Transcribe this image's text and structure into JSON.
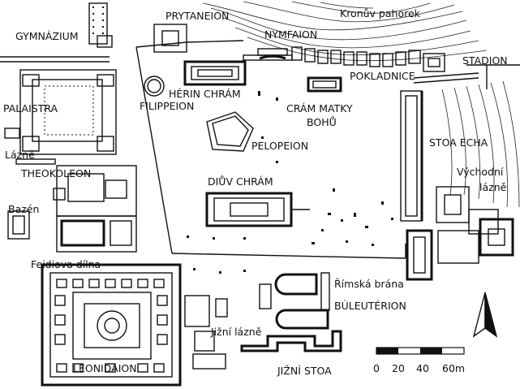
{
  "labels": {
    "prytaneion": "PRYTANEION",
    "kronuv_pahorek": "Kronův pahorek",
    "gymnazium": "GYMNÁZIUM",
    "nymfaion": "NYMFAION",
    "stadion": "STADION",
    "pokladnice": "POKLADNICE",
    "herin_chram": "HÉRIN CHRÁM",
    "palaistra": "PALAISTRA",
    "filippeion": "FILIPPEION",
    "cram_matky_line1": "CRÁM MATKY",
    "cram_matky_line2": "BOHŮ",
    "pelopeion": "PELOPEION",
    "lazne": "Lázně",
    "stoa_echa": "STOA ECHA",
    "theokoleon": "THEOKOLEON",
    "diuv_chram": "DIŮV CHRÁM",
    "vychodni_line1": "Východní",
    "vychodni_line2": "lázně",
    "bazen": "Bazén",
    "feidiova_dilna": "Feidiova dílna",
    "rimska_brana": "Římská brána",
    "buleuterion": "BÚLEUTÉRION",
    "jizni_lazne": "Jižní lázně",
    "leonidaion": "LEONIDAION",
    "jizni_stoa": "JIŽNÍ STOA"
  },
  "scale": {
    "ticks": [
      "0",
      "20",
      "40",
      "60m"
    ]
  },
  "colors": {
    "ink": "#111111",
    "paper": "#ffffff"
  },
  "icons": {
    "north": "north-arrow-icon"
  }
}
